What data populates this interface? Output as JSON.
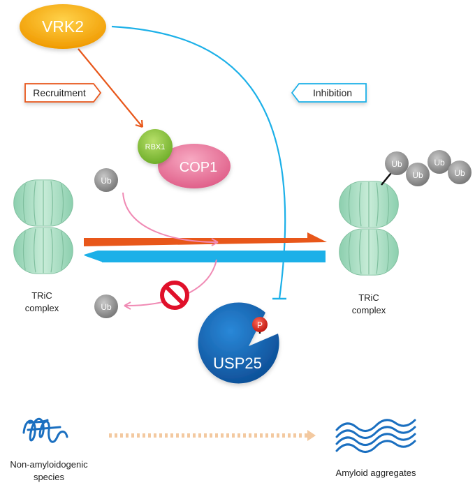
{
  "labels": {
    "vrk2": "VRK2",
    "recruitment": "Recruitment",
    "inhibition": "Inhibition",
    "rbx1": "RBX1",
    "cop1": "COP1",
    "ub": "Ub",
    "p": "P",
    "usp25": "USP25",
    "tric_line1": "TRiC",
    "tric_line2": "complex",
    "non_amyloid_line1": "Non-amyloidogenic",
    "non_amyloid_line2": "species",
    "amyloid": "Amyloid aggregates"
  },
  "colors": {
    "vrk2": "#f5a800",
    "orange_arrow": "#e8571a",
    "blue_arrow": "#1cb0e8",
    "rbx1": "#8cc63f",
    "cop1": "#e8739a",
    "ub": "#8a8a8a",
    "usp25": "#1565b0",
    "phospho": "#e0261c",
    "tric": "#9ed6b8",
    "pink_path": "#f08ab4",
    "block": "#e0102a",
    "dotted": "#f3c9a0",
    "protein": "#1a6fc0"
  }
}
